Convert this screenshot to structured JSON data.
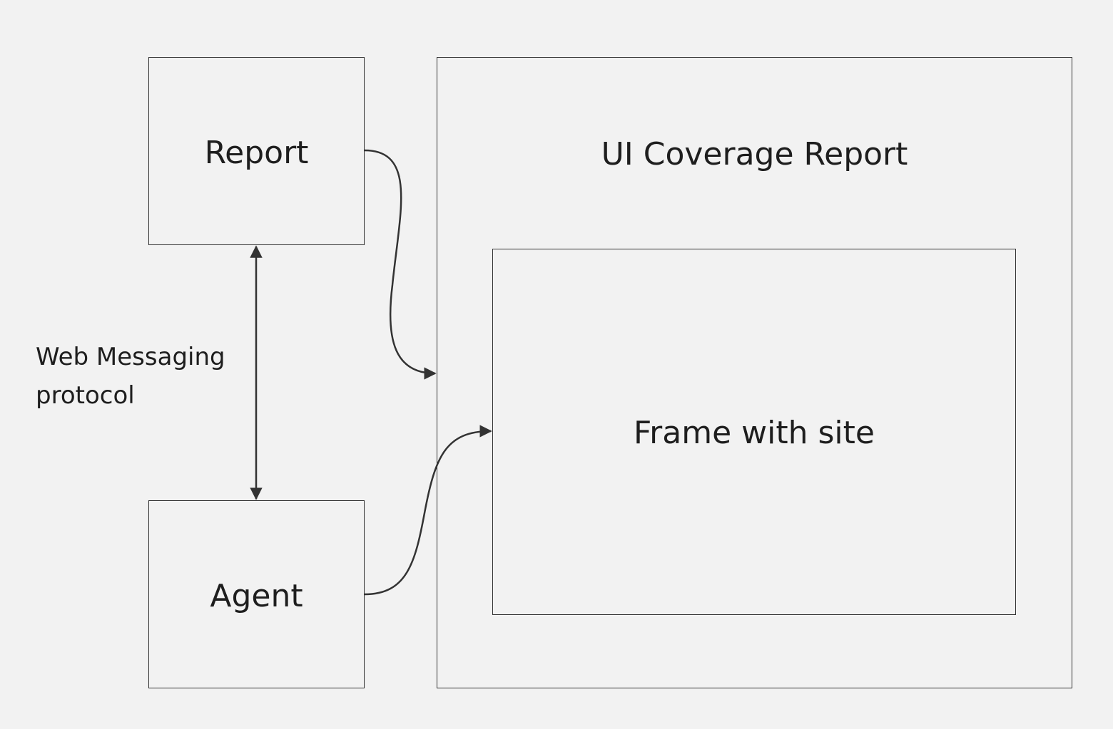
{
  "nodes": {
    "report": "Report",
    "agent": "Agent",
    "ui_coverage_report": "UI Coverage Report",
    "frame_with_site": "Frame with site"
  },
  "edges": {
    "report_agent_label_line1": "Web Messaging",
    "report_agent_label_line2": "protocol"
  },
  "colors": {
    "background": "#f2f2f2",
    "stroke": "#333333",
    "text": "#1e1e1e"
  }
}
